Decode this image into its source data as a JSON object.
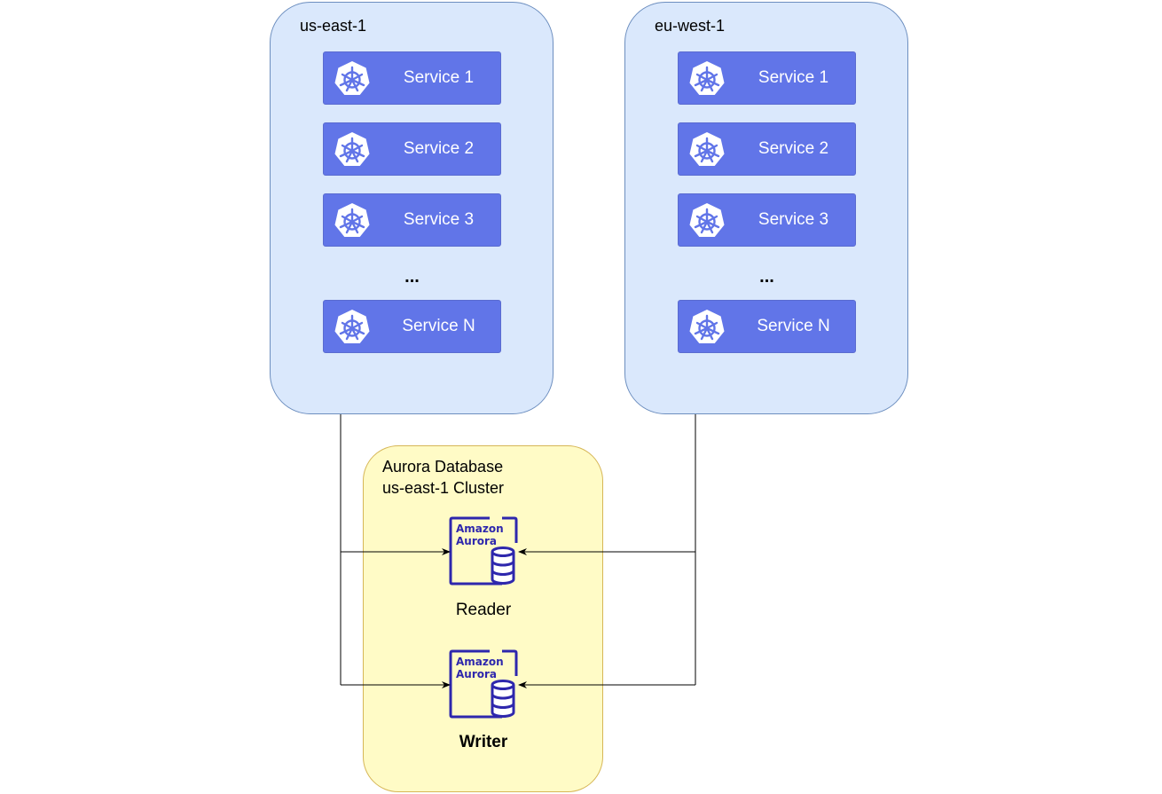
{
  "regions": [
    {
      "title": "us-east-1",
      "services": [
        "Service 1",
        "Service 2",
        "Service 3",
        "Service N"
      ],
      "ellipsis": "..."
    },
    {
      "title": "eu-west-1",
      "services": [
        "Service 1",
        "Service 2",
        "Service 3",
        "Service N"
      ],
      "ellipsis": "..."
    }
  ],
  "cluster": {
    "title_line1": "Aurora Database",
    "title_line2": "us-east-1 Cluster",
    "icon_text_line1": "Amazon",
    "icon_text_line2": "Aurora",
    "reader_label": "Reader",
    "writer_label": "Writer"
  },
  "colors": {
    "region_fill": "#dae8fc",
    "region_border": "#6c8ebf",
    "service_fill": "#6175e8",
    "cluster_fill": "#fffbc6",
    "cluster_border": "#d6b656",
    "aurora_icon": "#2e27ad"
  },
  "icons": {
    "service": "kubernetes-icon",
    "database": "amazon-aurora-icon"
  }
}
